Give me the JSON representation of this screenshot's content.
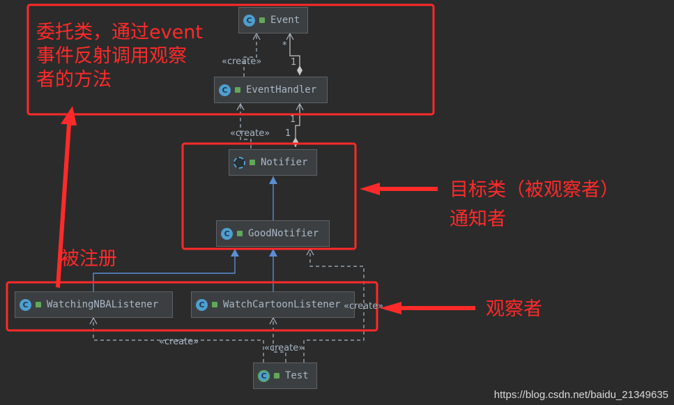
{
  "classes": {
    "event": "Event",
    "event_handler": "EventHandler",
    "notifier": "Notifier",
    "good_notifier": "GoodNotifier",
    "watching_nba_listener": "WatchingNBAListener",
    "watch_cartoon_listener": "WatchCartoonListener",
    "test": "Test"
  },
  "class_icon_letter": "C",
  "stereotypes": {
    "create": "«create»"
  },
  "multiplicities": {
    "many": "*",
    "one": "1"
  },
  "annotations": {
    "delegate_lines": [
      "委托类，通过event",
      "事件反射调用观察",
      "者的方法"
    ],
    "subject_lines": [
      "目标类（被观察者）",
      "通知者"
    ],
    "registered": "被注册",
    "observers": "观察者"
  },
  "watermark": "https://blog.csdn.net/baidu_21349635",
  "colors": {
    "background": "#2b2b2b",
    "highlight": "#ff2a2a",
    "dependency": "#a9b7c6",
    "inheritance": "#5b8ed6",
    "class_icon": "#4f9fcf"
  }
}
